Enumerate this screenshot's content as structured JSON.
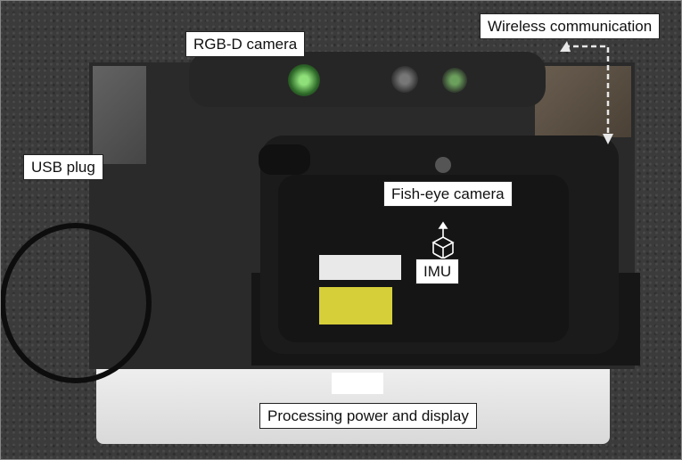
{
  "labels": {
    "rgbd_camera": "RGB-D camera",
    "wireless_communication": "Wireless communication",
    "usb_plug": "USB plug",
    "fisheye_camera": "Fish-eye camera",
    "imu": "IMU",
    "processing_power": "Processing power and display"
  },
  "colors": {
    "background": "#3b3b3b",
    "label_box_fill": "#ffffff",
    "label_box_border": "#222222",
    "arrow": "#e8e8e8",
    "imu_cube": "#ffffff"
  }
}
